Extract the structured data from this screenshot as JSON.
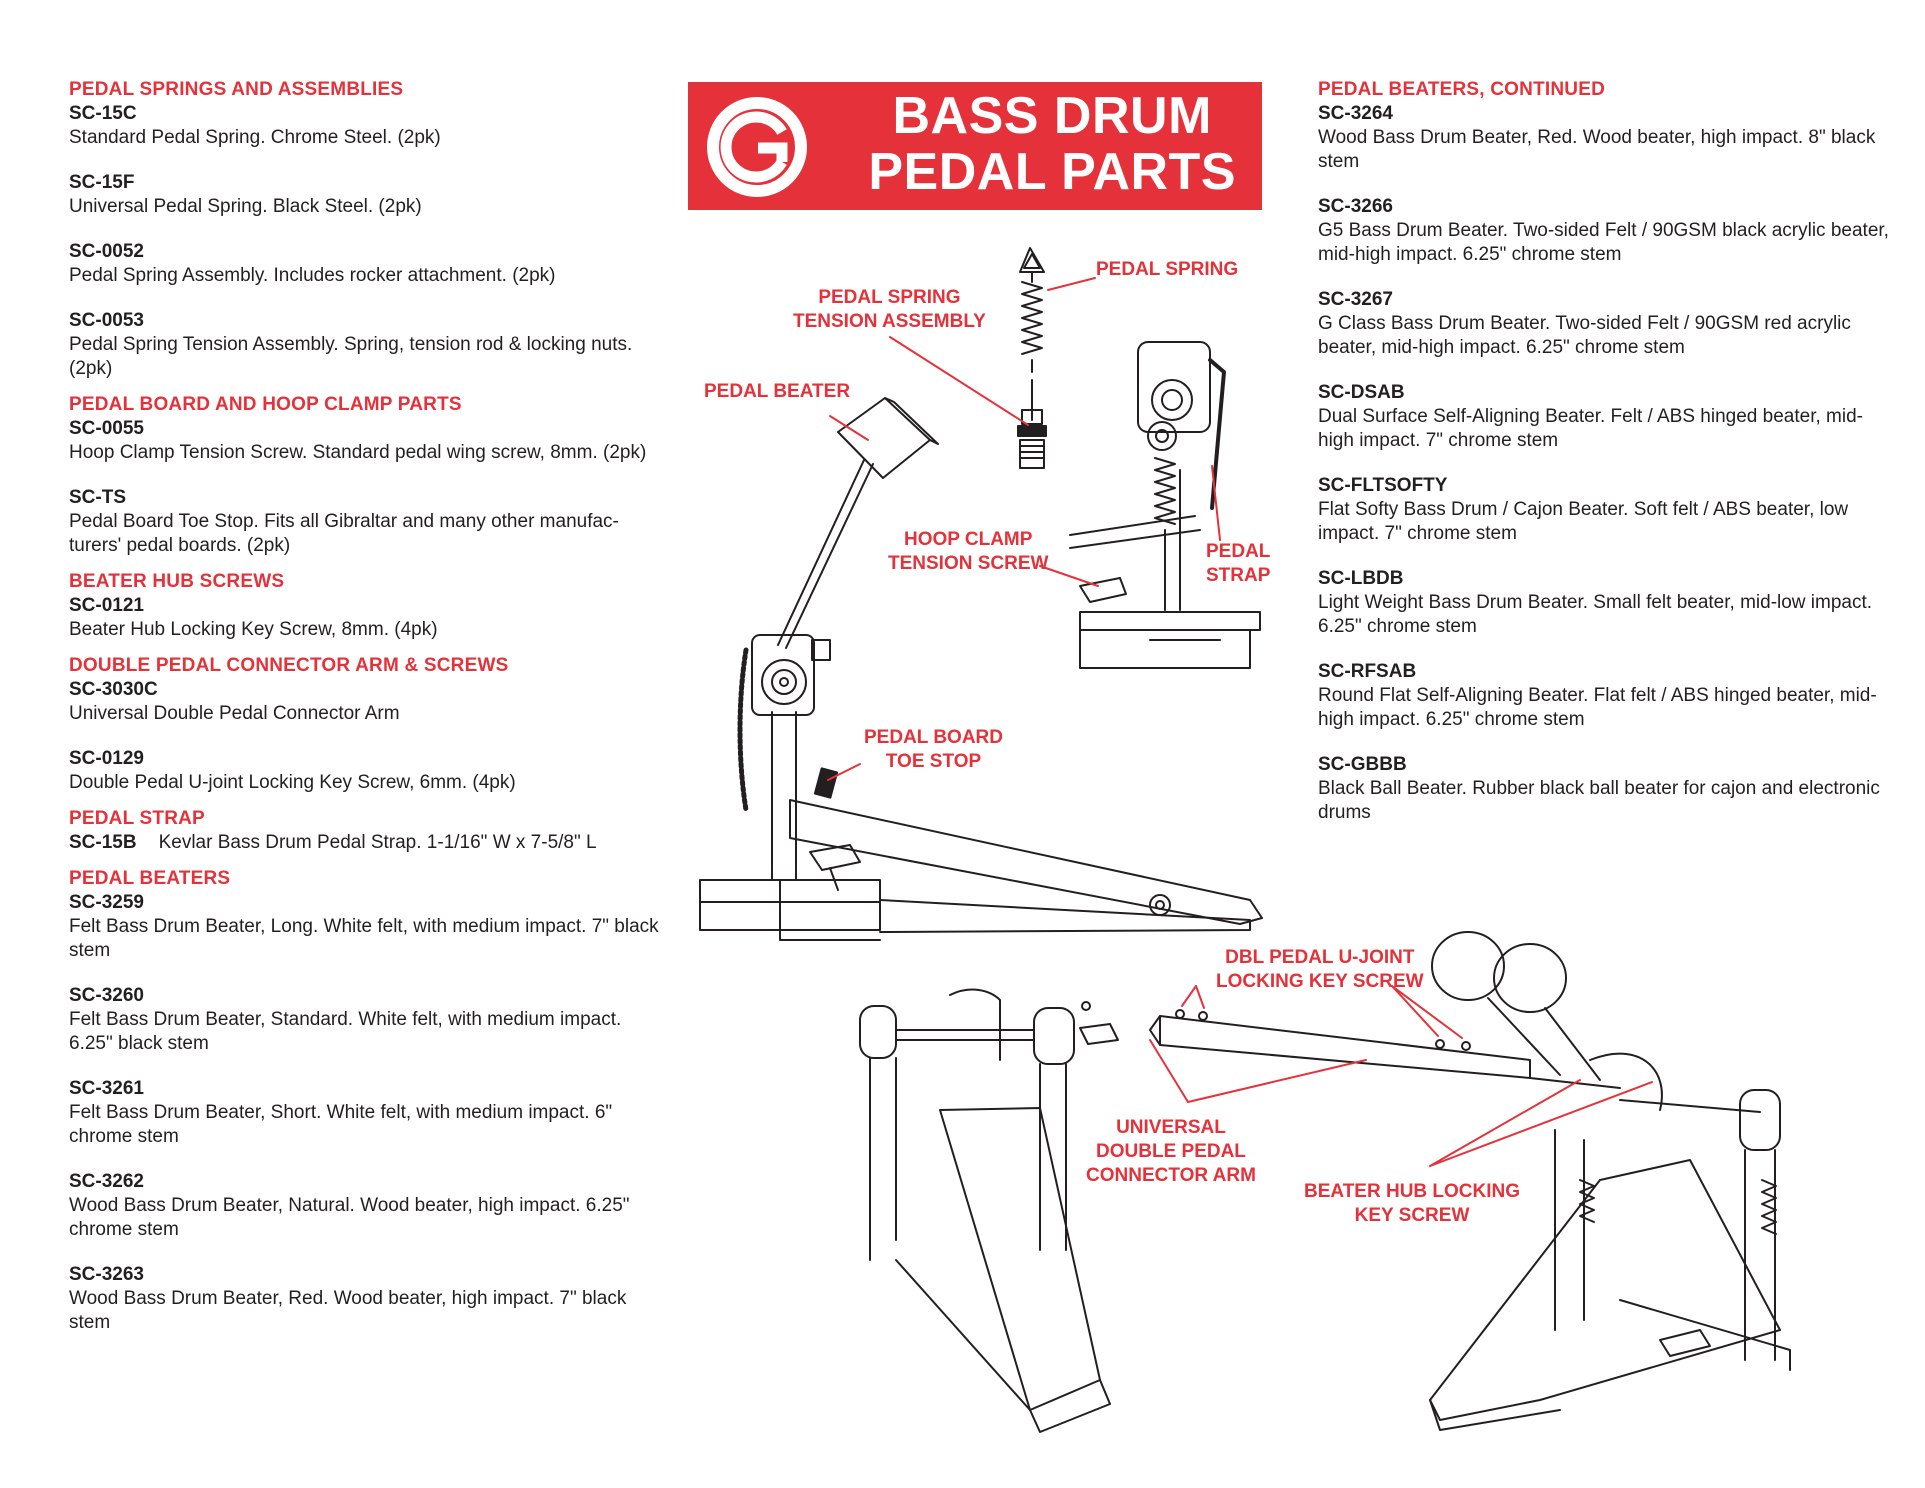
{
  "banner": {
    "line1": "BASS DRUM",
    "line2": "PEDAL PARTS",
    "logo": "gibraltar-g-logo",
    "accent": "#e5323a"
  },
  "left": {
    "springs": {
      "title": "PEDAL SPRINGS AND ASSEMBLIES",
      "items": [
        {
          "code": "SC-15C",
          "desc": "Standard Pedal Spring.  Chrome Steel.  (2pk)"
        },
        {
          "code": "SC-15F",
          "desc": "Universal Pedal Spring.  Black Steel.  (2pk)"
        },
        {
          "code": "SC-0052",
          "desc": "Pedal Spring Assembly.  Includes rocker attachment.  (2pk)"
        },
        {
          "code": "SC-0053",
          "desc": "Pedal Spring Tension Assembly.  Spring, tension rod & locking nuts.  (2pk)"
        }
      ]
    },
    "board": {
      "title": "PEDAL BOARD AND HOOP CLAMP PARTS",
      "items": [
        {
          "code": "SC-0055",
          "desc": "Hoop Clamp Tension Screw.  Standard pedal wing screw, 8mm.  (2pk)"
        },
        {
          "code": "SC-TS",
          "desc": "Pedal Board Toe Stop.  Fits all Gibraltar and many other manufac-turers' pedal boards.  (2pk)"
        }
      ]
    },
    "hub": {
      "title": "BEATER HUB SCREWS",
      "items": [
        {
          "code": "SC-0121",
          "desc": "Beater Hub Locking Key Screw, 8mm.  (4pk)"
        }
      ]
    },
    "double": {
      "title": "DOUBLE PEDAL CONNECTOR ARM & SCREWS",
      "items": [
        {
          "code": "SC-3030C",
          "desc": "Universal Double Pedal Connector Arm"
        },
        {
          "code": "SC-0129",
          "desc": "Double Pedal U-joint Locking Key Screw, 6mm.  (4pk)"
        }
      ]
    },
    "strap": {
      "title": "PEDAL STRAP",
      "code": "SC-15B",
      "desc": "Kevlar Bass Drum Pedal Strap.  1-1/16\" W x 7-5/8\" L"
    },
    "beaters": {
      "title": "PEDAL BEATERS",
      "items": [
        {
          "code": "SC-3259",
          "desc": "Felt Bass Drum Beater, Long.  White felt, with medium impact.  7\" black stem"
        },
        {
          "code": "SC-3260",
          "desc": "Felt Bass Drum Beater, Standard.  White felt, with medium impact. 6.25\" black stem"
        },
        {
          "code": "SC-3261",
          "desc": "Felt Bass Drum Beater, Short.  White felt, with medium impact.  6\" chrome stem"
        },
        {
          "code": "SC-3262",
          "desc": "Wood Bass Drum Beater, Natural.  Wood beater, high impact. 6.25\" chrome stem"
        },
        {
          "code": "SC-3263",
          "desc": "Wood Bass Drum Beater, Red.  Wood beater, high impact.  7\" black stem"
        }
      ]
    }
  },
  "right": {
    "beaters": {
      "title": "PEDAL BEATERS, CONTINUED",
      "items": [
        {
          "code": "SC-3264",
          "desc": "Wood Bass Drum Beater, Red.  Wood beater, high impact.  8\" black stem"
        },
        {
          "code": "SC-3266",
          "desc": "G5 Bass Drum Beater.  Two-sided Felt / 90GSM black acrylic beater, mid-high impact.  6.25\" chrome stem"
        },
        {
          "code": "SC-3267",
          "desc": "G Class Bass Drum Beater.  Two-sided Felt / 90GSM red acrylic beater, mid-high impact.  6.25\" chrome stem"
        },
        {
          "code": "SC-DSAB",
          "desc": "Dual Surface Self-Aligning Beater.  Felt / ABS hinged beater, mid-high impact.  7\" chrome stem"
        },
        {
          "code": "SC-FLTSOFTY",
          "desc": "Flat Softy Bass Drum / Cajon Beater.  Soft felt / ABS beater, low impact.  7\" chrome stem"
        },
        {
          "code": "SC-LBDB",
          "desc": "Light Weight Bass Drum Beater.  Small felt beater, mid-low impact.  6.25\" chrome stem"
        },
        {
          "code": "SC-RFSAB",
          "desc": "Round Flat Self-Aligning Beater.  Flat felt / ABS hinged beater, mid-high impact.  6.25\" chrome stem"
        },
        {
          "code": "SC-GBBB",
          "desc": "Black Ball Beater.  Rubber black ball beater for cajon and electronic drums"
        }
      ]
    }
  },
  "callouts": {
    "pedal_spring": "PEDAL SPRING",
    "spring_tension_1": "PEDAL SPRING",
    "spring_tension_2": "TENSION ASSEMBLY",
    "pedal_beater": "PEDAL BEATER",
    "hoop_clamp_1": "HOOP CLAMP",
    "hoop_clamp_2": "TENSION SCREW",
    "pedal_strap_1": "PEDAL",
    "pedal_strap_2": "STRAP",
    "toe_stop_1": "PEDAL BOARD",
    "toe_stop_2": "TOE STOP",
    "ujoint_1": "DBL PEDAL U-JOINT",
    "ujoint_2": "LOCKING KEY SCREW",
    "connector_1": "UNIVERSAL",
    "connector_2": "DOUBLE PEDAL",
    "connector_3": "CONNECTOR ARM",
    "hub_1": "BEATER HUB LOCKING",
    "hub_2": "KEY SCREW"
  }
}
